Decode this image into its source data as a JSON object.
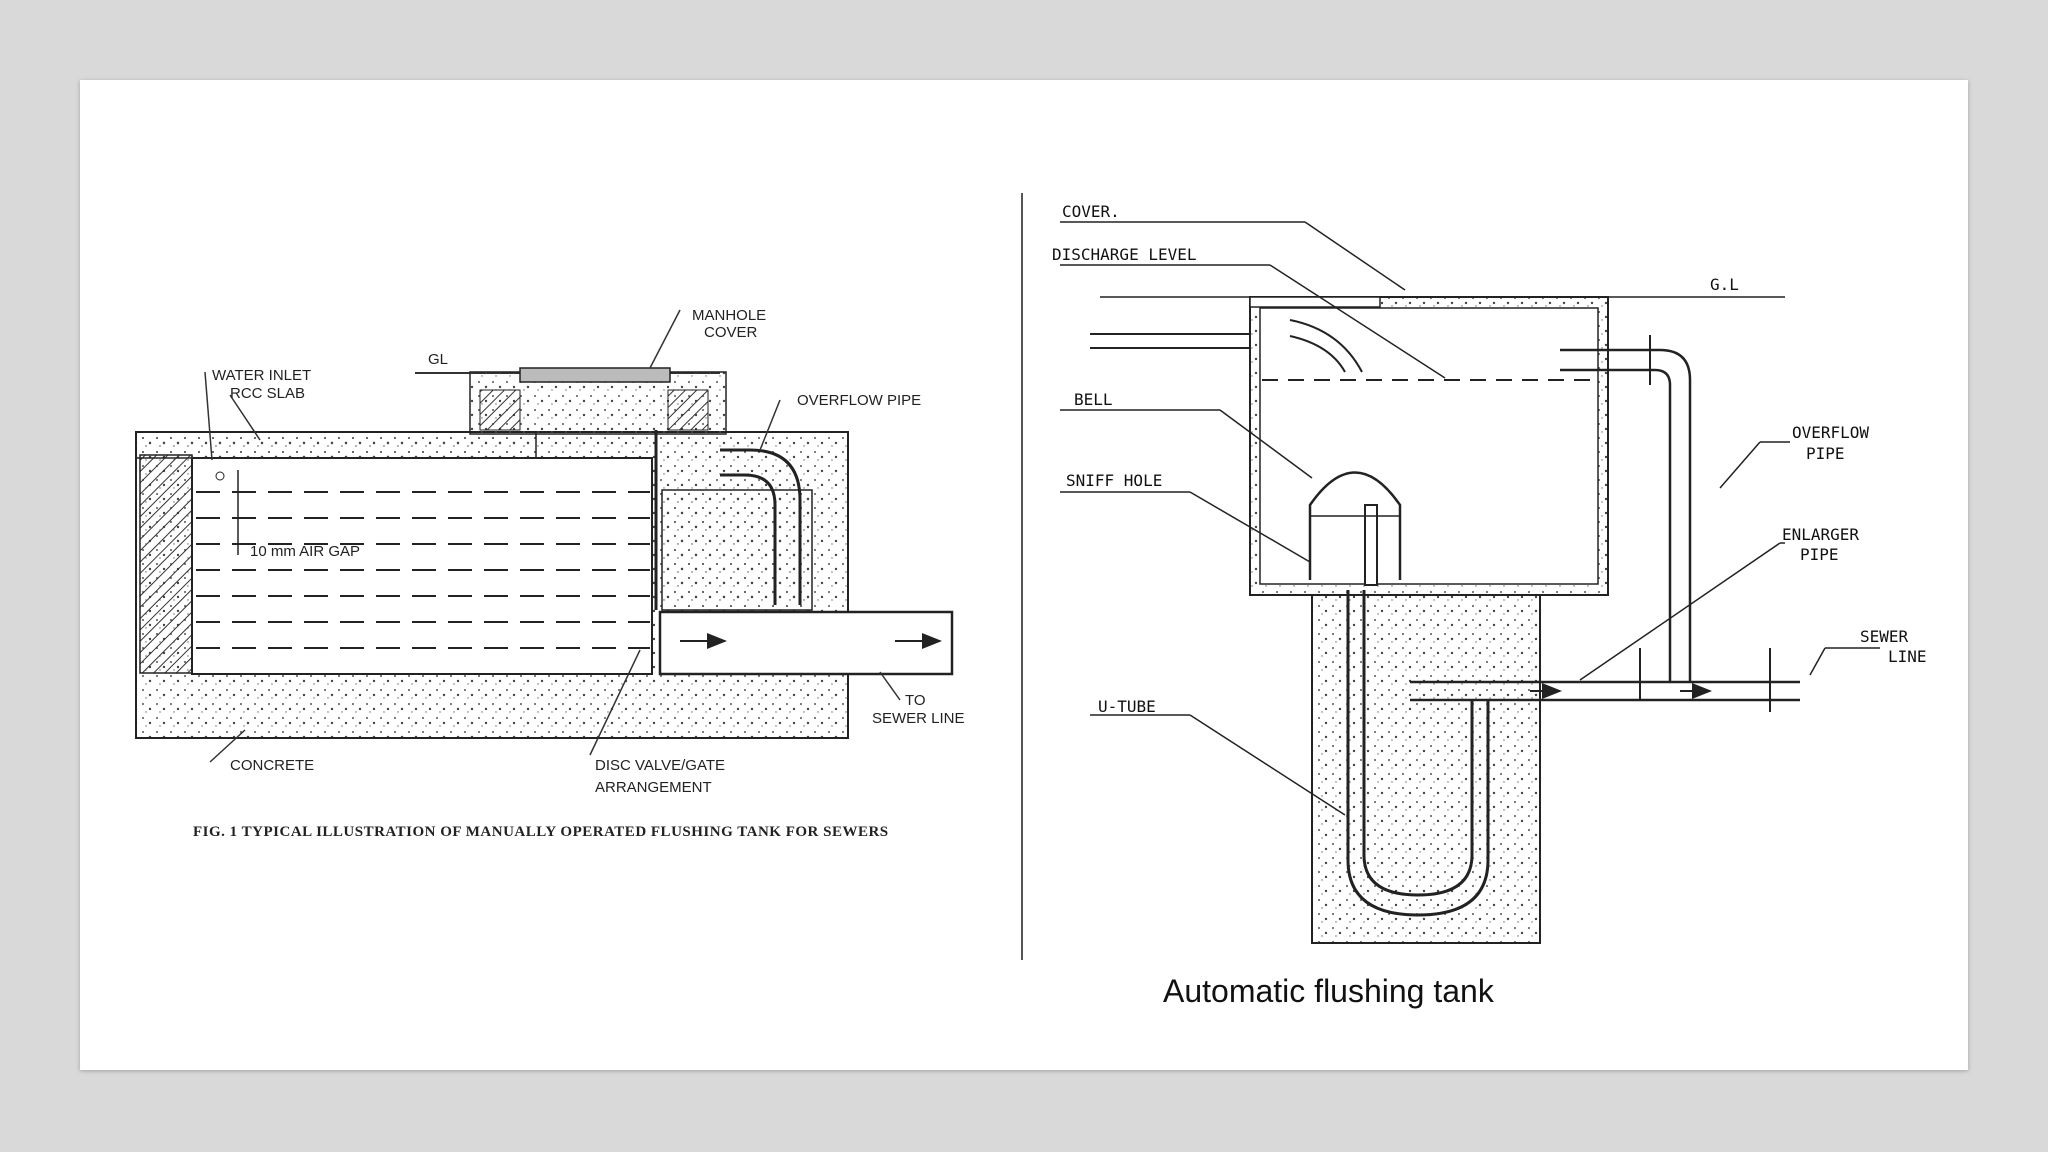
{
  "left_diagram": {
    "labels": {
      "manhole_cover_1": "MANHOLE",
      "manhole_cover_2": "COVER",
      "gl": "GL",
      "water_inlet": "WATER INLET",
      "rcc_slab": "RCC SLAB",
      "overflow_pipe": "OVERFLOW PIPE",
      "air_gap": "10 mm AIR GAP",
      "to_sewer_1": "TO",
      "to_sewer_2": "SEWER LINE",
      "concrete": "CONCRETE",
      "disc_valve_1": "DISC VALVE/GATE",
      "disc_valve_2": "ARRANGEMENT",
      "fig_caption": "FIG. 1   TYPICAL ILLUSTRATION OF MANUALLY OPERATED FLUSHING TANK FOR SEWERS"
    }
  },
  "right_diagram": {
    "labels": {
      "cover": "COVER.",
      "discharge_level": "DISCHARGE  LEVEL",
      "gl": "G.L",
      "bell": "BELL",
      "sniff_hole": "SNIFF HOLE",
      "overflow_1": "OVERFLOW",
      "overflow_2": "PIPE",
      "enlarger_1": "ENLARGER",
      "enlarger_2": "PIPE",
      "sewer_1": "SEWER",
      "sewer_2": "LINE",
      "u_tube": "U-TUBE"
    },
    "caption": "Automatic flushing tank"
  }
}
